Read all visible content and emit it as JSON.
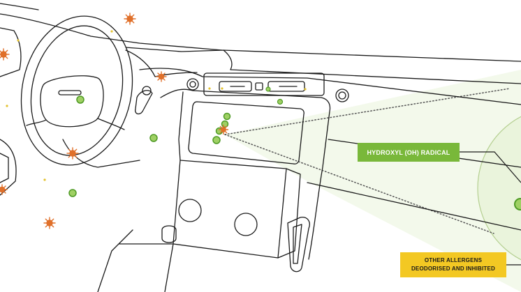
{
  "labels": {
    "hydroxyl": "HYDROXYL (OH) RADICAL",
    "allergens_line1": "OTHER ALLERGENS",
    "allergens_line2": "DEODORISED AND INHIBITED"
  },
  "colors": {
    "line": "#1a1a1a",
    "radical_green": "#7cbd3f",
    "radical_dark_green": "#3f8a1e",
    "allergen_orange": "#e0702a",
    "label_green": "#79b83a",
    "label_yellow": "#f3c823",
    "zoom_fill": "#eef6e2",
    "zoom_outline": "#b4cf90"
  }
}
